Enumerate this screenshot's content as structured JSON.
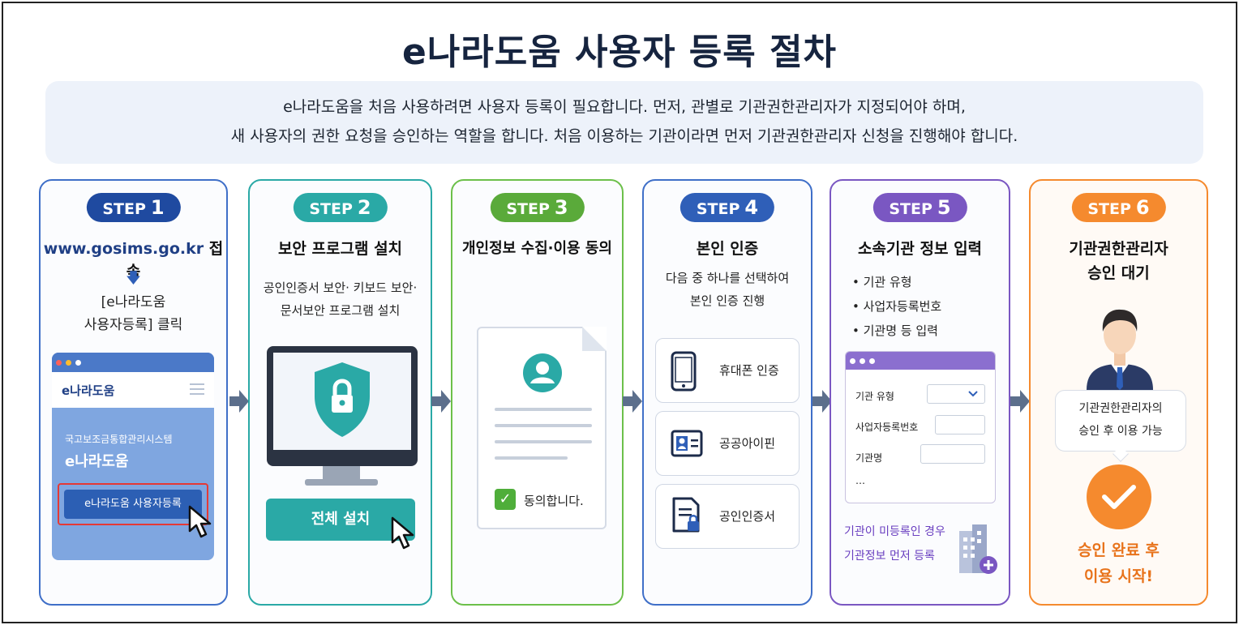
{
  "title": "e나라도움 사용자 등록 절차",
  "intro": {
    "line1": "e나라도움을 처음 사용하려면 사용자 등록이 필요합니다. 먼저, 관별로 기관권한관리자가 지정되어야 하며,",
    "line2": "새 사용자의 권한 요청을 승인하는 역할을 합니다. 처음 이용하는 기관이라면 먼저 기관권한관리자 신청을 진행해야 합니다."
  },
  "steps": [
    {
      "label": "STEP",
      "num": "1",
      "url": "www.gosims.go.kr",
      "url_suffix": " 접속",
      "arrow": "🡇",
      "line2": "[e나라도움",
      "line3": "사용자등록] 클릭",
      "phone": {
        "logo": "e나라도움",
        "system_name": "국고보조금통합관리시스템",
        "service_name": "e나라도움",
        "button": "e나라도움 사용자등록"
      }
    },
    {
      "label": "STEP",
      "num": "2",
      "heading": "보안 프로그램 설치",
      "desc1": "공인인증서 보안· 키보드 보안·",
      "desc2": "문서보안 프로그램 설치",
      "button": "전체 설치"
    },
    {
      "label": "STEP",
      "num": "3",
      "heading": "개인정보 수집·이용 동의",
      "agree": "동의합니다."
    },
    {
      "label": "STEP",
      "num": "4",
      "heading": "본인 인증",
      "desc1": "다음 중 하나를 선택하여",
      "desc2": "본인 인증 진행",
      "options": [
        "휴대폰 인증",
        "공공아이핀",
        "공인인증서"
      ]
    },
    {
      "label": "STEP",
      "num": "5",
      "heading": "소속기관 정보 입력",
      "bullets": [
        "• 기관 유형",
        "• 사업자등록번호",
        "• 기관명 등 입력"
      ],
      "form": {
        "field1": "기관 유형",
        "field2": "사업자등록번호",
        "field3": "기관명",
        "more": "…"
      },
      "note1": "기관이 미등록인 경우",
      "note2": "기관정보 먼저 등록"
    },
    {
      "label": "STEP",
      "num": "6",
      "heading1": "기관권한관리자",
      "heading2": "승인 대기",
      "bubble1": "기관권한관리자의",
      "bubble2": "승인 후 이용 가능",
      "final1": "승인 완료 후",
      "final2": "이용 시작!"
    }
  ],
  "colors": {
    "step1": "#1f4aa0",
    "step2": "#2aa9a6",
    "step3": "#5aaa3a",
    "step4": "#2f5fb8",
    "step5": "#7a57c2",
    "step6": "#f58a2e"
  }
}
